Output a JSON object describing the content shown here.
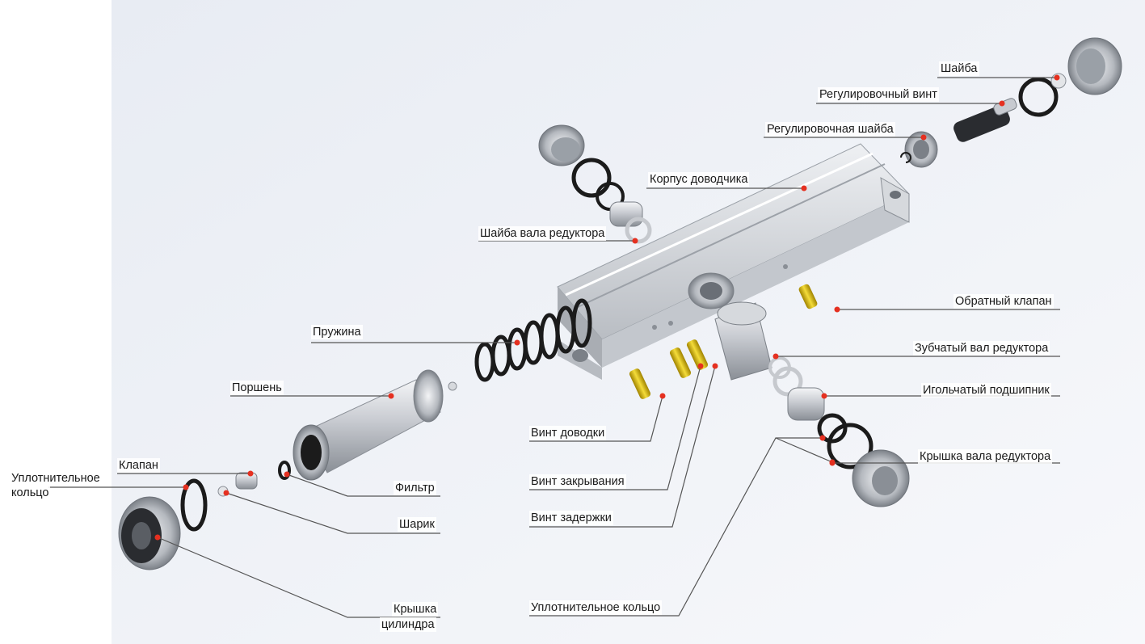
{
  "labels": {
    "shaiba": "Шайба",
    "regul_vint": "Регулировочный винт",
    "regul_shaiba": "Регулировочная шайба",
    "korpus": "Корпус доводчика",
    "shaiba_vala": "Шайба вала редуктора",
    "obratny_klapan": "Обратный клапан",
    "pruzhina": "Пружина",
    "zubchaty_val": "Зубчатый вал редуктора",
    "porshen": "Поршень",
    "igolchaty": "Игольчатый подшипник",
    "vint_dovodki": "Винт доводки",
    "kryshka_vala": "Крышка вала редуктора",
    "klapan": "Клапан",
    "upl_kolco_left_1": "Уплотнительное",
    "upl_kolco_left_2": "кольцо",
    "filtr": "Фильтр",
    "vint_zakryvaniya": "Винт закрывания",
    "sharik": "Шарик",
    "vint_zaderzhki": "Винт задержки",
    "upl_kolco_bottom": "Уплотнительное кольцо",
    "kryshka_cil_1": "Крышка",
    "kryshka_cil_2": "цилиндра"
  },
  "colors": {
    "leader_line": "#555555",
    "callout_dot": "#e53020",
    "metal": "#c9ccd1",
    "metal_dark": "#6f747b",
    "rubber": "#1b1b1b",
    "brass": "#e0c020"
  }
}
